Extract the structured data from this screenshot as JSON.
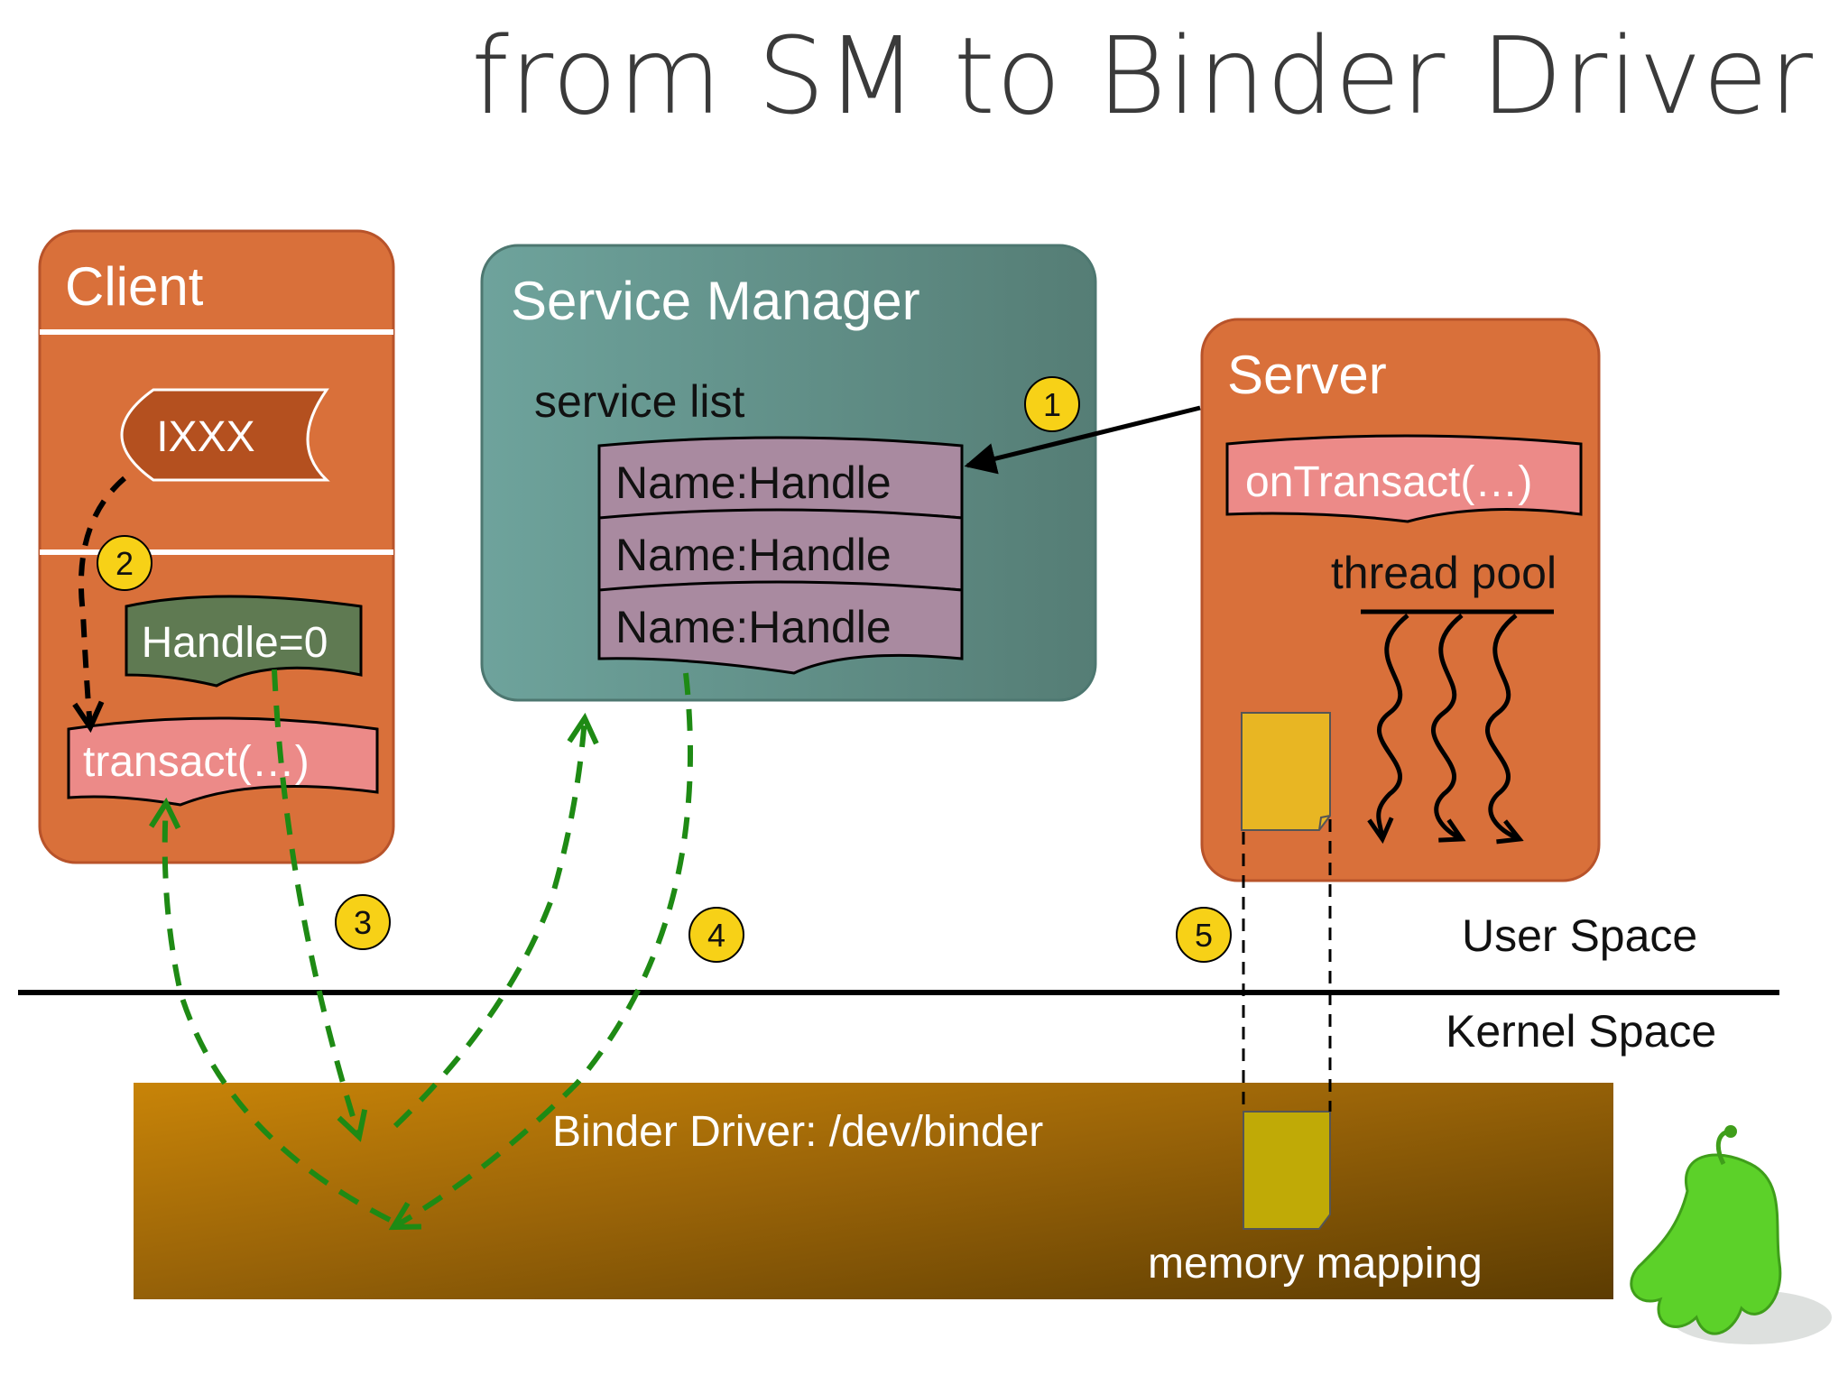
{
  "title": "from SM to Binder Driver",
  "client": {
    "title": "Client",
    "interface_label": "IXXX",
    "handle_label": "Handle=0",
    "transact_label": "transact(…)"
  },
  "service_manager": {
    "title": "Service Manager",
    "list_label": "service list",
    "entries": [
      "Name:Handle",
      "Name:Handle",
      "Name:Handle"
    ]
  },
  "server": {
    "title": "Server",
    "on_transact_label": "onTransact(…)",
    "thread_pool_label": "thread pool"
  },
  "steps": [
    "1",
    "2",
    "3",
    "4",
    "5"
  ],
  "spaces": {
    "user": "User Space",
    "kernel": "Kernel Space"
  },
  "driver": {
    "title": "Binder Driver: /dev/binder",
    "memory_label": "memory mapping"
  },
  "colors": {
    "box_orange": "#d9703a",
    "teal": "#5e8c86",
    "pink": "#ec8a88",
    "purple": "#a98aa0",
    "green_arrow": "#1e8a14",
    "badge": "#f7d117",
    "memory_page": "#e8b623"
  }
}
